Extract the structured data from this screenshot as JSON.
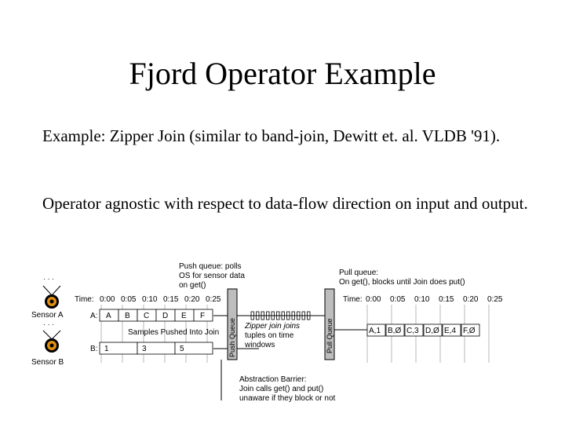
{
  "slide": {
    "title": "Fjord Operator Example",
    "paragraphs": [
      "Example:  Zipper Join (similar to band-join, Dewitt et. al. VLDB '91).",
      "Operator agnostic with respect to data-flow direction on input and output."
    ]
  },
  "diagram": {
    "push_queue_note": [
      "Push queue: polls",
      "OS for sensor data",
      "on get()"
    ],
    "pull_queue_note": [
      "Pull queue:",
      "On get(), blocks until Join does put()"
    ],
    "time_label_left": "Time:",
    "time_label_right": "Time:",
    "times": [
      "0:00",
      "0:05",
      "0:10",
      "0:15",
      "0:20",
      "0:25"
    ],
    "sensor_a_label": "Sensor A",
    "sensor_b_label": "Sensor B",
    "row_a_label": "A:",
    "row_b_label": "B:",
    "row_a_cells": [
      "A",
      "B",
      "C",
      "D",
      "E",
      "F"
    ],
    "row_b_cells": [
      "1",
      "3",
      "5"
    ],
    "samples_label": "Samples Pushed Into Join",
    "push_queue_label": "Push Queue",
    "pull_queue_label": "Pull Queue",
    "zipper_note": [
      "Zipper join joins",
      "tuples on time",
      "windows"
    ],
    "output_tuples": [
      "A,1",
      "B,Ø",
      "C,3",
      "D,Ø",
      "E,4",
      "F,Ø"
    ],
    "barrier_note": [
      "Abstraction Barrier:",
      "Join calls get() and put()",
      "unaware if they block or not"
    ]
  }
}
